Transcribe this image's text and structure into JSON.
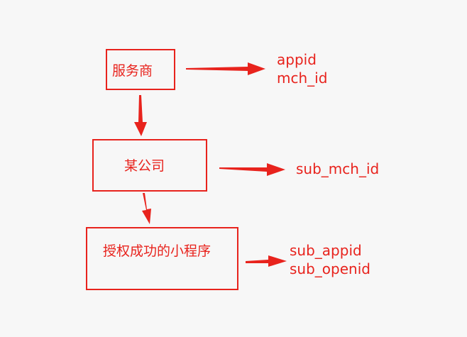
{
  "nodes": {
    "provider": {
      "label": "服务商"
    },
    "company": {
      "label": "某公司"
    },
    "miniprogram": {
      "label": "授权成功的小程序"
    }
  },
  "outputs": {
    "provider": [
      "appid",
      "mch_id"
    ],
    "company": [
      "sub_mch_id"
    ],
    "miniprogram": [
      "sub_appid",
      "sub_openid"
    ]
  },
  "colors": {
    "accent": "#e8231d",
    "background": "#f7f7f7"
  }
}
